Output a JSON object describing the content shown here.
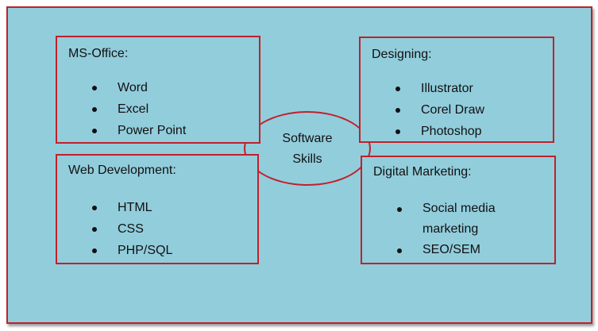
{
  "center": {
    "line1": "Software",
    "line2": "Skills"
  },
  "cards": {
    "ms_office": {
      "title": "MS-Office:",
      "items": [
        "Word",
        "Excel",
        "Power Point"
      ]
    },
    "designing": {
      "title": "Designing:",
      "items": [
        "Illustrator",
        "Corel Draw",
        "Photoshop"
      ]
    },
    "web_development": {
      "title": "Web Development:",
      "items": [
        "HTML",
        "CSS",
        "PHP/SQL"
      ]
    },
    "digital_marketing": {
      "title": "Digital Marketing:",
      "items": [
        "Social media",
        "marketing",
        "SEO/SEM"
      ]
    }
  },
  "colors": {
    "background": "#92cddc",
    "border": "#c0212a"
  }
}
